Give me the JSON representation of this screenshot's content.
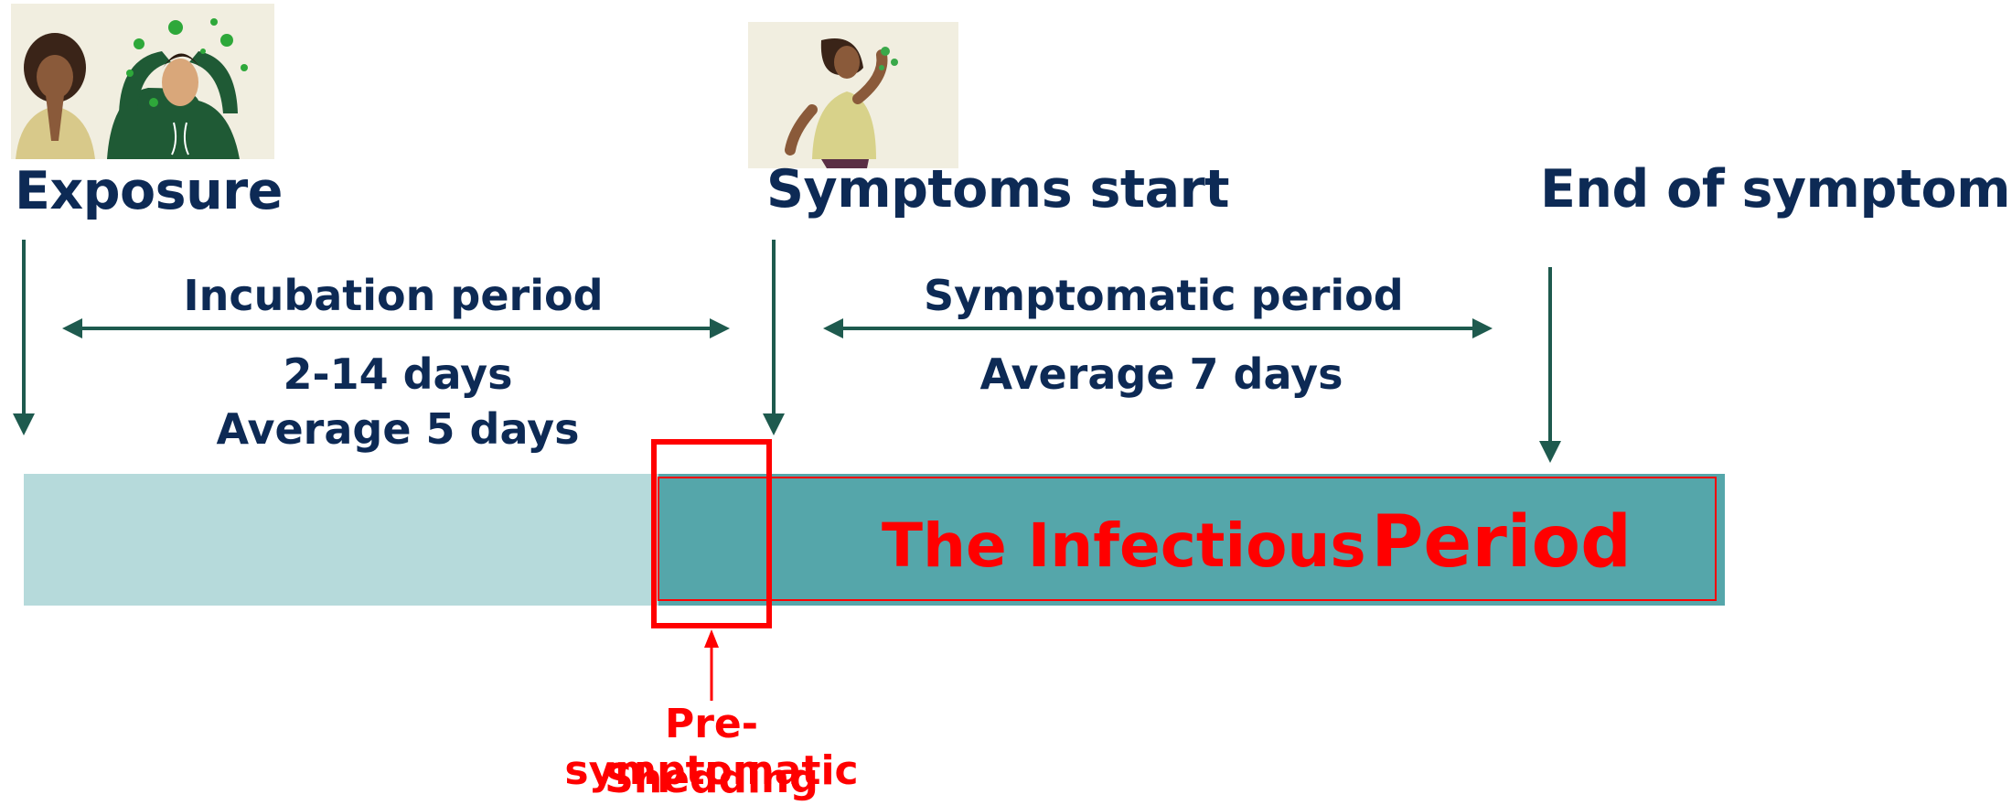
{
  "milestones": {
    "exposure": "Exposure",
    "symptoms_start": "Symptoms start",
    "end_of_symptoms": "End of symptoms"
  },
  "periods": {
    "incubation": {
      "title": "Incubation period",
      "range": "2-14 days",
      "average": "Average 5 days"
    },
    "symptomatic": {
      "title": "Symptomatic period",
      "average": "Average 7 days"
    }
  },
  "infectious_period": {
    "label_prefix": "The Infectious",
    "label_suffix": "Period"
  },
  "callout": {
    "line1": "Pre-symptomatic",
    "line2": "Shedding"
  },
  "colors": {
    "navy_text": "#0d2a55",
    "arrow_teal": "#1e5a4e",
    "bar_light": "#b6dadb",
    "bar_dark": "#55a6aa",
    "highlight_red": "#ff0000",
    "illustration_bg": "#f1eee0"
  },
  "icons": [
    "person-praying-icon",
    "person-virus-headache-icon",
    "person-coughing-icon"
  ]
}
